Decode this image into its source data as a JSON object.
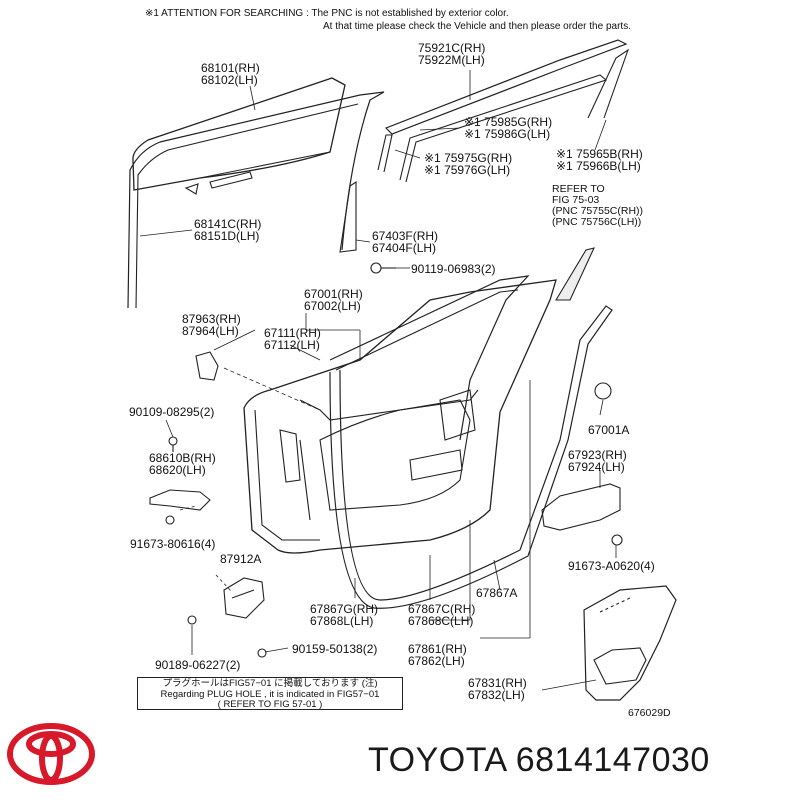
{
  "header": {
    "attention_line1": "※1  ATTENTION FOR SEARCHING : The PNC is not established by exterior color.",
    "attention_line2": "At that time please check the Vehicle and then please order the parts."
  },
  "labels": [
    {
      "id": "68101",
      "lines": [
        "68101(RH)",
        "68102(LH)"
      ]
    },
    {
      "id": "75921",
      "lines": [
        "75921C(RH)",
        "75922M(LH)"
      ]
    },
    {
      "id": "75985",
      "lines": [
        "※1  75985G(RH)",
        "※1  75986G(LH)"
      ]
    },
    {
      "id": "75965",
      "lines": [
        "※1 75965B(RH)",
        "※1 75966B(LH)"
      ]
    },
    {
      "id": "75975",
      "lines": [
        "※1  75975G(RH)",
        "※1  75976G(LH)"
      ]
    },
    {
      "id": "refer75",
      "lines": [
        "REFER TO",
        "FIG 75-03",
        "(PNC 75755C(RH))",
        "(PNC 75756C(LH))"
      ]
    },
    {
      "id": "68141",
      "lines": [
        "68141C(RH)",
        "68151D(LH)"
      ]
    },
    {
      "id": "67403",
      "lines": [
        "67403F(RH)",
        "67404F(LH)"
      ]
    },
    {
      "id": "90119",
      "lines": [
        "90119-06983(2)"
      ]
    },
    {
      "id": "67001",
      "lines": [
        "67001(RH)",
        "67002(LH)"
      ]
    },
    {
      "id": "87963",
      "lines": [
        "87963(RH)",
        "87964(LH)"
      ]
    },
    {
      "id": "67111",
      "lines": [
        "67111(RH)",
        "67112(LH)"
      ]
    },
    {
      "id": "90109",
      "lines": [
        "90109-08295(2)"
      ]
    },
    {
      "id": "67001A",
      "lines": [
        "67001A"
      ]
    },
    {
      "id": "68610",
      "lines": [
        "68610B(RH)",
        "68620(LH)"
      ]
    },
    {
      "id": "67923",
      "lines": [
        "67923(RH)",
        "67924(LH)"
      ]
    },
    {
      "id": "91673a",
      "lines": [
        "91673-80616(4)"
      ]
    },
    {
      "id": "87912A",
      "lines": [
        "87912A"
      ]
    },
    {
      "id": "91673b",
      "lines": [
        "91673-A0620(4)"
      ]
    },
    {
      "id": "67867A",
      "lines": [
        "67867A"
      ]
    },
    {
      "id": "67867G",
      "lines": [
        "67867G(RH)",
        "67868L(LH)"
      ]
    },
    {
      "id": "67867C",
      "lines": [
        "67867C(RH)",
        "67868C(LH)"
      ]
    },
    {
      "id": "90159",
      "lines": [
        "90159-50138(2)"
      ]
    },
    {
      "id": "67861",
      "lines": [
        "67861(RH)",
        "67862(LH)"
      ]
    },
    {
      "id": "90189",
      "lines": [
        "90189-06227(2)"
      ]
    },
    {
      "id": "67831",
      "lines": [
        "67831(RH)",
        "67832(LH)"
      ]
    },
    {
      "id": "fig",
      "lines": [
        "676029D"
      ]
    }
  ],
  "plug_note": {
    "line1": "プラグホールはFIG57−01 に掲載しております (注)",
    "line2": "Regarding  PLUG HOLE , it is indicated in  FIG57−01",
    "line3": "( REFER  TO FIG 57-01    )"
  },
  "footer": {
    "brand": "TOYOTA 6814147030",
    "logo_icon": "toyota-logo-icon",
    "logo_color": "#d7192a"
  }
}
